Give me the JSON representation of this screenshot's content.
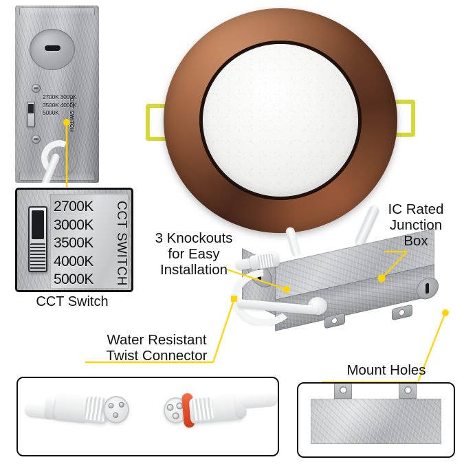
{
  "product": {
    "type": "LED recessed downlight with IC rated junction box",
    "trim_finish": "Oil Rubbed Bronze"
  },
  "colors": {
    "callout": "#FFD400",
    "trim_bronze_dark": "#4C2A1D",
    "trim_bronze_light": "#B57046",
    "lens_white": "#F6F6F5",
    "clip_yellow": "#D6D837",
    "steel_light": "#D4D6D8",
    "steel_dark": "#8B8D91",
    "gasket_orange": "#E8512A",
    "text": "#111111",
    "frame_border": "#111111",
    "background": "#FFFFFF"
  },
  "cct_switch": {
    "title": "CCT Switch",
    "vertical_label": "CCT SWITCH",
    "options": [
      "2700K",
      "3000K",
      "3500K",
      "4000K",
      "5000K"
    ],
    "options_text": "2700K\n3000K\n3500K\n4000K\n5000K"
  },
  "callouts": {
    "knockouts": "3 Knockouts\nfor Easy\nInstallation",
    "ic_junction_box": "IC Rated\nJunction\nBox",
    "water_connector": "Water Resistant\nTwist Connector",
    "mount_holes": "Mount Holes"
  },
  "insets": {
    "connector_pair": "water resistant twist connector male and female",
    "mount_bracket": "galvanized mounting bracket with two mount hole tabs"
  }
}
